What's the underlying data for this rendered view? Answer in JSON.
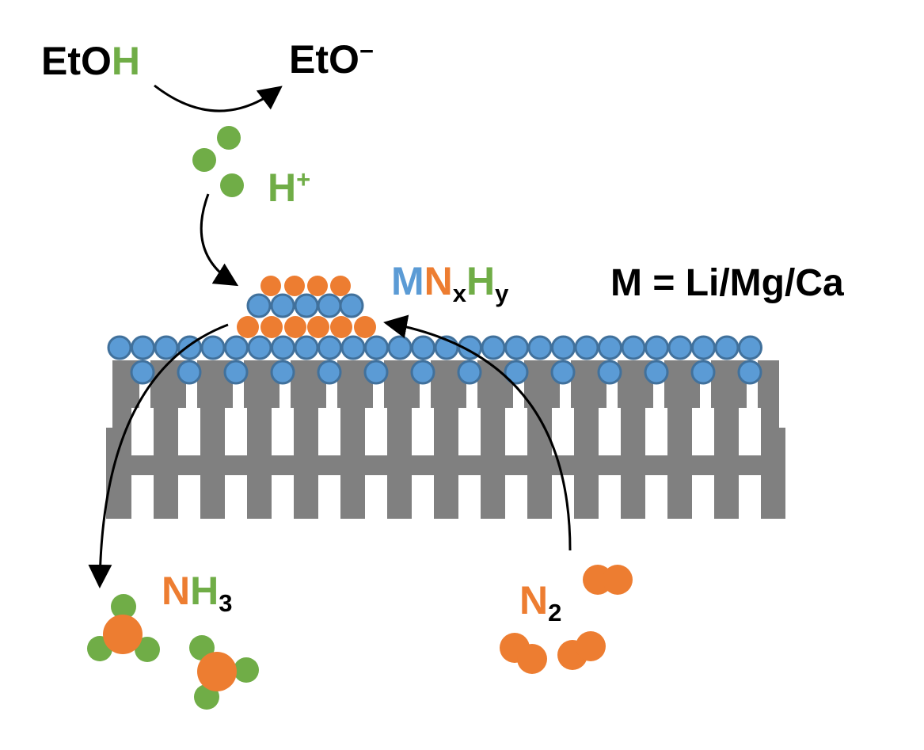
{
  "colors": {
    "black": "#000000",
    "hydrogen": "#70ad47",
    "nitrogen": "#ed7d31",
    "metal": "#5b9bd5",
    "metal_outline": "#41719c",
    "support": "#808080"
  },
  "labels": {
    "etoh_prefix": "EtO",
    "etoh_h": "H",
    "eto_minus": "EtO",
    "minus_sign": "−",
    "proton": "H",
    "proton_charge": "+",
    "formula_m": "M",
    "formula_n": "N",
    "formula_x": "x",
    "formula_h": "H",
    "formula_y": "y",
    "metal_def": "M = Li/Mg/Ca",
    "nh3_n": "N",
    "nh3_h": "H",
    "nh3_sub": "3",
    "n2_n": "N",
    "n2_sub": "2"
  }
}
